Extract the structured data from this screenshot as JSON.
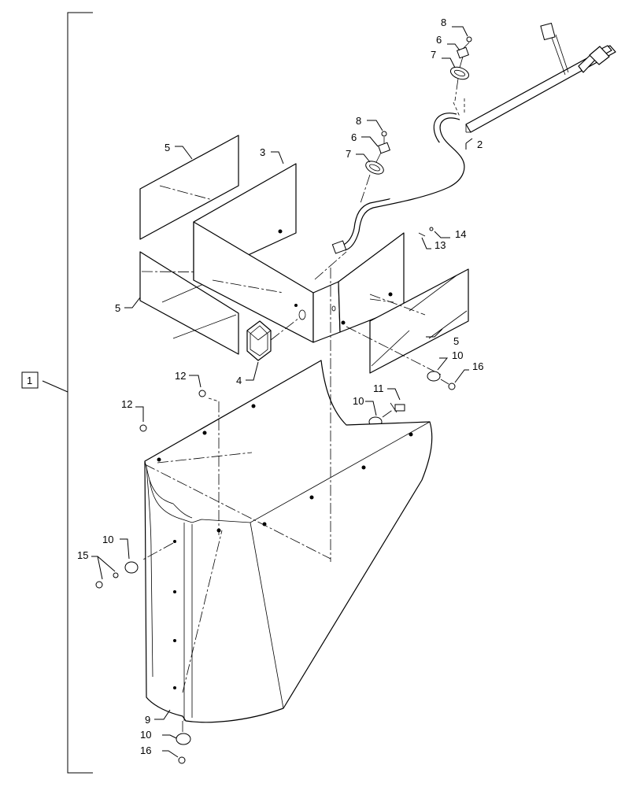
{
  "callouts": {
    "assembly": "1",
    "harness": "2",
    "bracket": "3",
    "lamp": "4",
    "decal_left_top": "5",
    "decal_left_bottom": "5",
    "decal_right": "5",
    "clip_upper": "6",
    "clip_lower": "6",
    "clamp_upper": "7",
    "clamp_lower": "7",
    "screw_upper": "8",
    "screw_lower": "8",
    "shield": "9",
    "washer_right_upper": "10",
    "washer_right_lower": "10",
    "washer_left": "10",
    "washer_bottom": "10",
    "bolt": "11",
    "nut_left": "12",
    "nut_top": "12",
    "screw_13": "13",
    "nut_14": "14",
    "hardware_15": "15",
    "nut_right": "16",
    "nut_bottom": "16"
  }
}
